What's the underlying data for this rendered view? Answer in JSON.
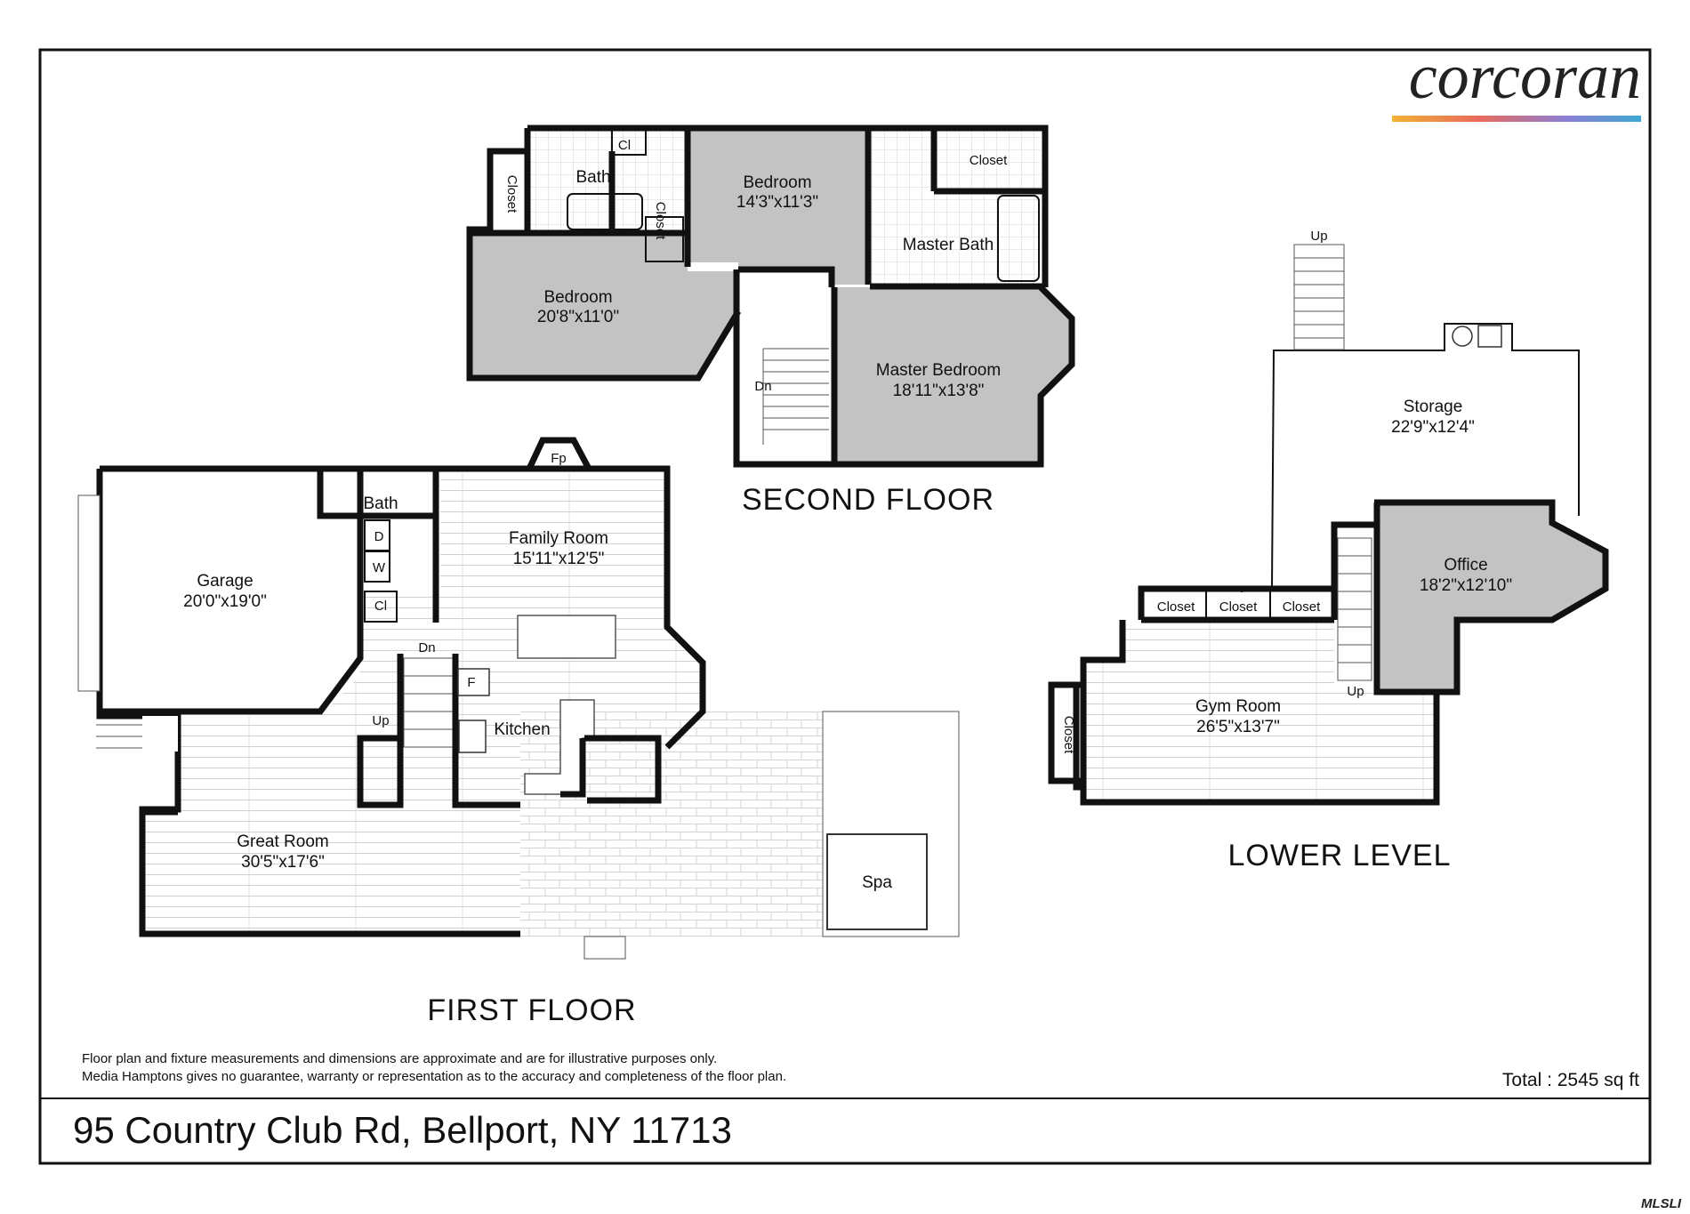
{
  "brand": {
    "name": "corcoran",
    "gradient": [
      "#f2b134",
      "#e86a5c",
      "#8a7fd6",
      "#3fa7d6"
    ]
  },
  "address": "95 Country Club Rd, Bellport, NY 11713",
  "total": "Total : 2545 sq ft",
  "disclaimer": {
    "line1": "Floor plan and fixture measurements and dimensions are approximate and are for illustrative purposes only.",
    "line2": "Media Hamptons gives no guarantee, warranty or representation as to the accuracy and completeness of the floor plan."
  },
  "watermark": "MLSLI",
  "floors": {
    "first": {
      "title": "FIRST FLOOR",
      "garage": {
        "name": "Garage",
        "dim": "20'0\"x19'0\""
      },
      "bath": "Bath",
      "d": "D",
      "w": "W",
      "cl": "Cl",
      "fp": "Fp",
      "family": {
        "name": "Family Room",
        "dim": "15'11\"x12'5\""
      },
      "dn": "Dn",
      "up": "Up",
      "f": "F",
      "kitchen": "Kitchen",
      "great": {
        "name": "Great Room",
        "dim": "30'5\"x17'6\""
      },
      "spa": "Spa"
    },
    "second": {
      "title": "SECOND FLOOR",
      "closet_left": "Closet",
      "bath": "Bath",
      "cl": "Cl",
      "bedroom1": {
        "name": "Bedroom",
        "dim": "14'3\"x11'3\""
      },
      "closet_mid": "Closet",
      "closet_right": "Closet",
      "master_bath": "Master Bath",
      "bedroom2": {
        "name": "Bedroom",
        "dim": "20'8\"x11'0\""
      },
      "dn": "Dn",
      "master": {
        "name": "Master Bedroom",
        "dim": "18'11\"x13'8\""
      }
    },
    "lower": {
      "title": "LOWER LEVEL",
      "up_stair": "Up",
      "storage": {
        "name": "Storage",
        "dim": "22'9\"x12'4\""
      },
      "office": {
        "name": "Office",
        "dim": "18'2\"x12'10\""
      },
      "closet1": "Closet",
      "closet2": "Closet",
      "closet3": "Closet",
      "up_inner": "Up",
      "gym": {
        "name": "Gym Room",
        "dim": "26'5\"x13'7\""
      },
      "closet_side": "Closet"
    }
  }
}
